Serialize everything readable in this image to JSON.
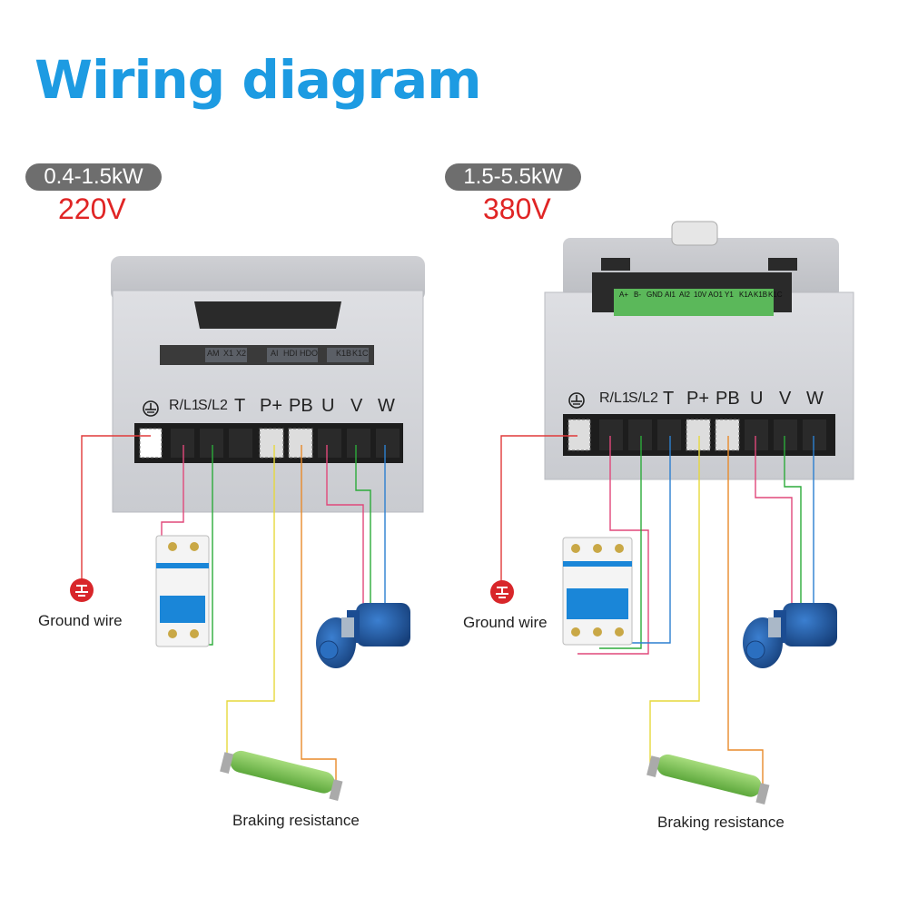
{
  "title": "Wiring diagram",
  "left": {
    "rating": "0.4-1.5kW",
    "voltage": "220V",
    "terminals": [
      "R/L1",
      "S/L2",
      "T",
      "P+",
      "PB",
      "U",
      "V",
      "W"
    ],
    "control_terminals": [
      "AM",
      "X1",
      "X2",
      "AI",
      "HDI",
      "HDO",
      "K1B",
      "K1C"
    ],
    "ground_label": "Ground wire",
    "resistor_label": "Braking resistance"
  },
  "right": {
    "rating": "1.5-5.5kW",
    "voltage": "380V",
    "terminals": [
      "R/L1",
      "S/L2",
      "T",
      "P+",
      "PB",
      "U",
      "V",
      "W"
    ],
    "control_terminals": [
      "A+",
      "B-",
      "GND",
      "AI1",
      "AI2",
      "10V",
      "AO1",
      "Y1",
      "K1A",
      "K1B",
      "K1C"
    ],
    "ground_label": "Ground wire",
    "resistor_label": "Braking resistance"
  },
  "colors": {
    "title": "#1d9be2",
    "voltage": "#e02525",
    "wire_red": "#e03a3a",
    "wire_pink": "#e0487a",
    "wire_green": "#2cab3a",
    "wire_blue": "#2c7fd0",
    "wire_yellow": "#e6d83c",
    "wire_orange": "#e88a2a",
    "breaker_blue": "#1a86d8",
    "pump_blue": "#1d5aa8",
    "resistor_green": "#7cc35a",
    "ground_red": "#d8262a"
  },
  "icons": [
    "ground-symbol-icon",
    "ground-wire-icon",
    "circuit-breaker-icon",
    "motor-pump-icon",
    "braking-resistor-icon"
  ]
}
